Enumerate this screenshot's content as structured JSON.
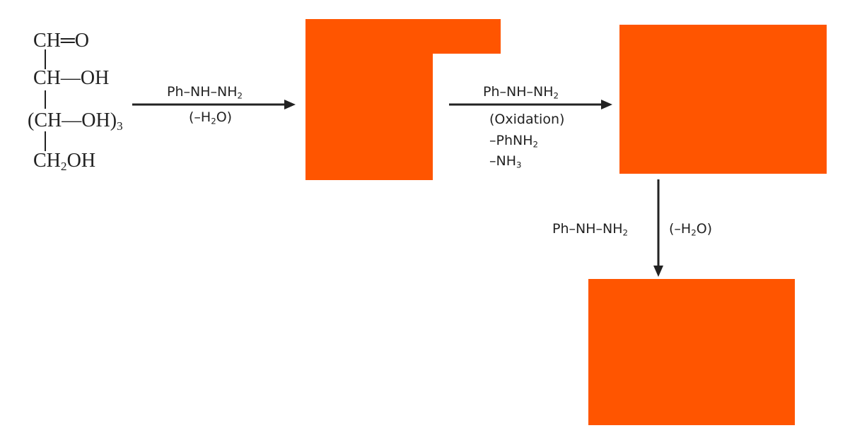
{
  "reactant": {
    "c1": {
      "atom": "CH",
      "bond": "═",
      "group": "O"
    },
    "c2": {
      "atom": "CH",
      "bond": "—",
      "group": "OH"
    },
    "c3": {
      "open": "(",
      "atom": "CH",
      "bond": "—",
      "group": "OH",
      "close": ")",
      "count": "3"
    },
    "c4": {
      "atom": "CH",
      "h_count": "2",
      "group": "OH"
    }
  },
  "step1": {
    "reagent": {
      "ph": "Ph–NH–NH",
      "sub": "2"
    },
    "condition": {
      "pre": "(–H",
      "sub": "2",
      "post": "O)"
    }
  },
  "step2": {
    "reagent": {
      "ph": "Ph–NH–NH",
      "sub": "2"
    },
    "condition1": "(Oxidation)",
    "condition2": {
      "pre": "–PhNH",
      "sub": "2"
    },
    "condition3": {
      "pre": "–NH",
      "sub": "3"
    }
  },
  "step3": {
    "reagent": {
      "ph": "Ph–NH–NH",
      "sub": "2"
    },
    "condition": {
      "pre": "(–H",
      "sub": "2",
      "post": "O)"
    }
  },
  "colors": {
    "hidden_box": "#FF5500",
    "ink": "#222222"
  }
}
